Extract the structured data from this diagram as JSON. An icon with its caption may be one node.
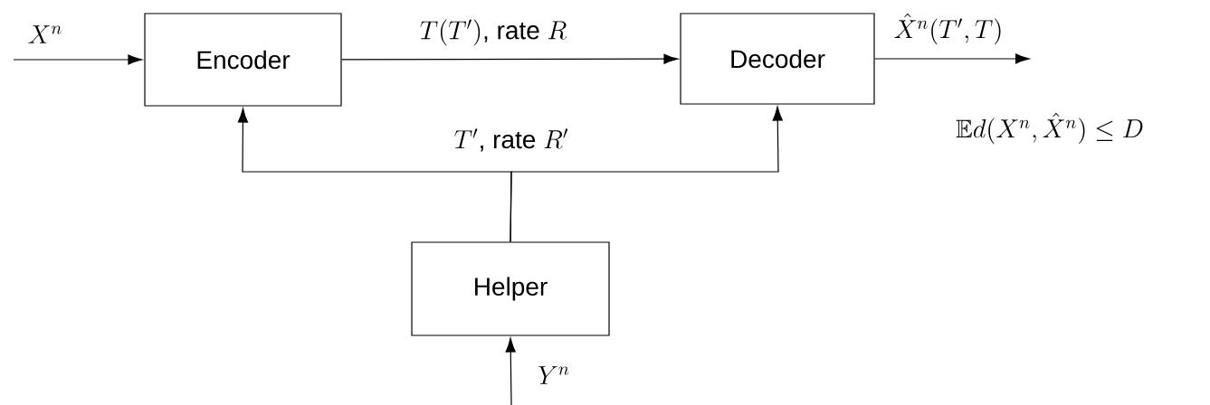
{
  "diagram": {
    "nodes": [
      {
        "text": [
          "Encoder"
        ]
      },
      {
        "text": [
          "Decoder"
        ]
      },
      {
        "text": [
          "Helper"
        ]
      }
    ],
    "edges": [
      {
        "from": null,
        "to": 0,
        "arrow": "to",
        "label": "X^n"
      },
      {
        "from": 0,
        "to": 1,
        "arrow": "to",
        "label": "T(T')\\text{, rate }R"
      },
      {
        "from": 1,
        "to": null,
        "arrow": "to",
        "label": "\\hat{X}^n(T',T)"
      },
      {
        "from": 2,
        "to": 0,
        "arrow": "to",
        "label": "T'\\text{, rate }R'"
      },
      {
        "from": 2,
        "to": 1,
        "arrow": "to"
      },
      {
        "from": null,
        "to": 2,
        "arrow": "to",
        "label": "Y^n"
      }
    ],
    "labels": [
      "\\mathbb{E}d(X^n,\\hat{X}^n)\\le D"
    ]
  }
}
